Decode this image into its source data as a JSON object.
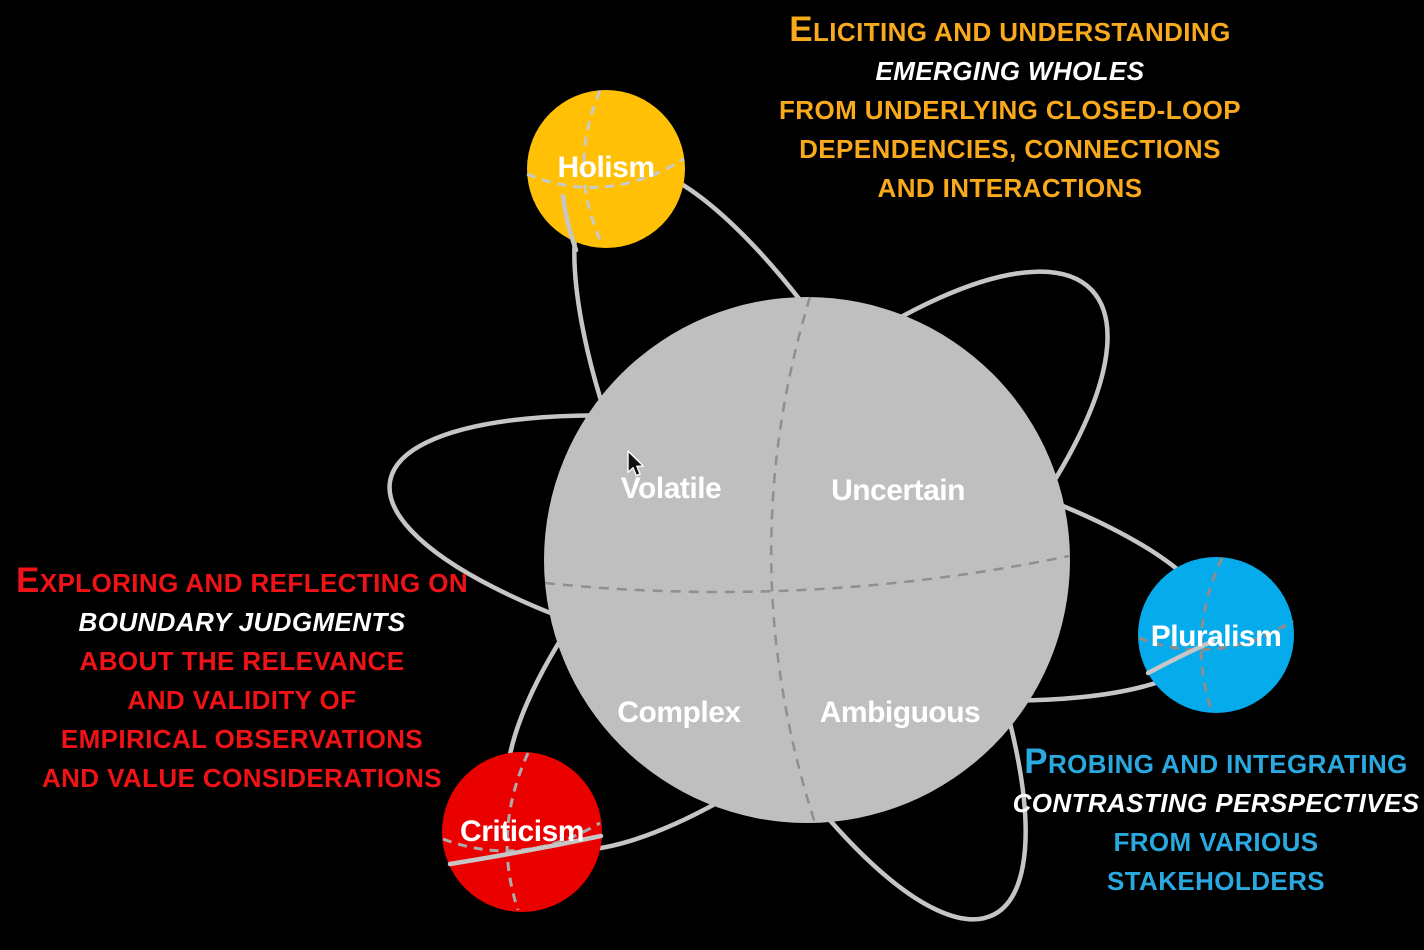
{
  "central_sphere": {
    "color": "#BFBFBF",
    "meridian_dash_color": "#8F8F8F",
    "quadrants": {
      "top_left": "Volatile",
      "top_right": "Uncertain",
      "bottom_left": "Complex",
      "bottom_right": "Ambiguous"
    }
  },
  "satellite_spheres": [
    {
      "id": "holism",
      "label": "Holism",
      "color": "#FFC005"
    },
    {
      "id": "pluralism",
      "label": "Pluralism",
      "color": "#06ABEC"
    },
    {
      "id": "criticism",
      "label": "Criticism",
      "color": "#EB0000"
    }
  ],
  "orbit_color": "#C6C6C6",
  "annotations": {
    "holism": {
      "color": "#F9A91C",
      "lead": "E",
      "line1_rest": "LICITING AND UNDERSTANDING",
      "line2_italic": "EMERGING WHOLES",
      "line3": "FROM UNDERLYING CLOSED-LOOP",
      "line4": "DEPENDENCIES, CONNECTIONS",
      "line5": "AND INTERACTIONS"
    },
    "criticism": {
      "color": "#EF1216",
      "lead": "E",
      "line1_rest": "XPLORING AND REFLECTING ON",
      "line2_italic": "BOUNDARY JUDGMENTS",
      "line3": "ABOUT THE RELEVANCE",
      "line4": "AND VALIDITY OF",
      "line5": "EMPIRICAL OBSERVATIONS",
      "line6": "AND VALUE CONSIDERATIONS"
    },
    "pluralism": {
      "color": "#29A9E0",
      "lead": "P",
      "line1_rest": "ROBING AND INTEGRATING",
      "line2_italic": "CONTRASTING PERSPECTIVES",
      "line3": "FROM VARIOUS",
      "line4": "STAKEHOLDERS"
    }
  }
}
